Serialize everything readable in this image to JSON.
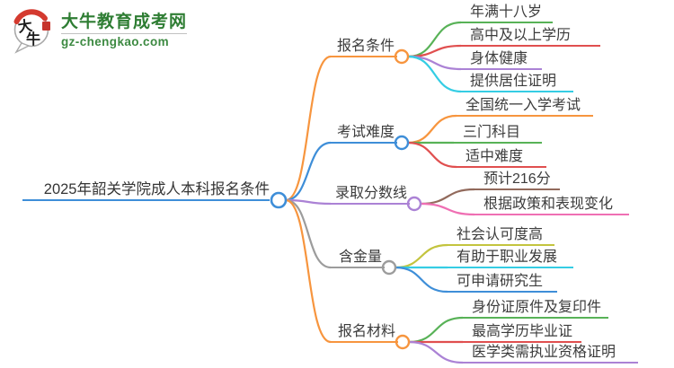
{
  "logo": {
    "title": "大牛教育成考网",
    "domain": "gz-chengkao.com",
    "icon_text_top": "大",
    "icon_text_bottom": "牛",
    "brand_green": "#2e7d33",
    "domain_green": "#3d8a42",
    "seal_red": "#c6342c"
  },
  "mindmap": {
    "root": {
      "label": "2025年韶关学院成人本科报名条件",
      "color": "#3e8ed8"
    },
    "branches": [
      {
        "label": "报名条件",
        "color": "#f7953e",
        "children": [
          {
            "label": "年满十八岁",
            "color": "#58b257"
          },
          {
            "label": "高中及以上学历",
            "color": "#e04f4f"
          },
          {
            "label": "身体健康",
            "color": "#ab82d5"
          },
          {
            "label": "提供居住证明",
            "color": "#35cde4"
          }
        ]
      },
      {
        "label": "考试难度",
        "color": "#3e8ed8",
        "children": [
          {
            "label": "全国统一入学考试",
            "color": "#f7953e"
          },
          {
            "label": "三门科目",
            "color": "#58b257"
          },
          {
            "label": "适中难度",
            "color": "#e04f4f"
          }
        ]
      },
      {
        "label": "录取分数线",
        "color": "#ab82d5",
        "children": [
          {
            "label": "预计216分",
            "color": "#926a5c"
          },
          {
            "label": "根据政策和表现变化",
            "color": "#ef6fb3"
          }
        ]
      },
      {
        "label": "含金量",
        "color": "#9c9c9c",
        "children": [
          {
            "label": "社会认可度高",
            "color": "#c3c43e"
          },
          {
            "label": "有助于职业发展",
            "color": "#35cde4"
          },
          {
            "label": "可申请研究生",
            "color": "#3e8ed8"
          }
        ]
      },
      {
        "label": "报名材料",
        "color": "#f7953e",
        "children": [
          {
            "label": "身份证原件及复印件",
            "color": "#58b257"
          },
          {
            "label": "最高学历毕业证",
            "color": "#e04f4f"
          },
          {
            "label": "医学类需执业资格证明",
            "color": "#ab82d5"
          }
        ]
      }
    ]
  }
}
